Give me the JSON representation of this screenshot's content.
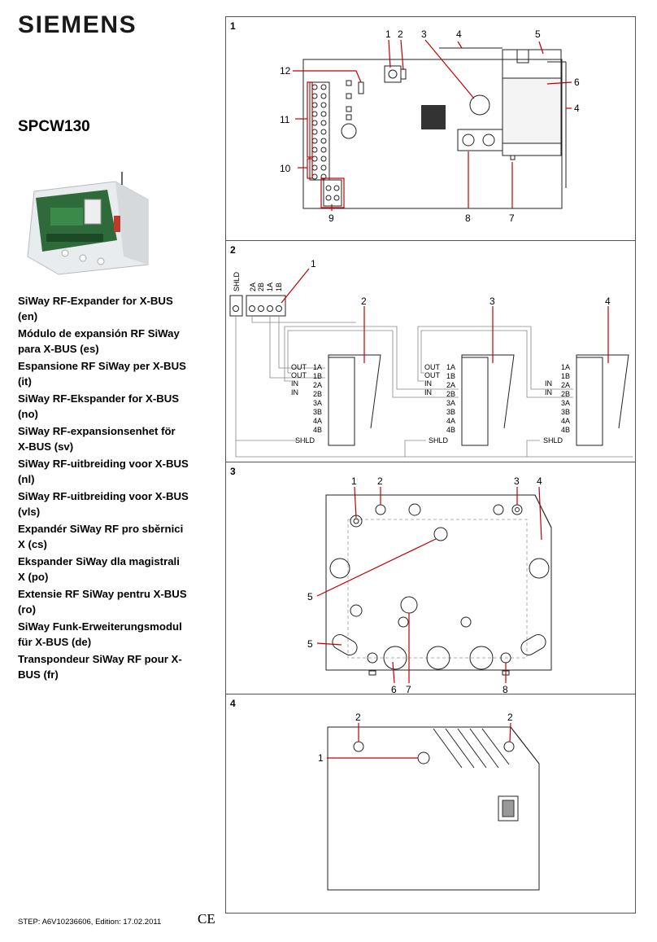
{
  "brand": "SIEMENS",
  "model": "SPCW130",
  "titles": [
    "SiWay RF-Expander for X-BUS (en)",
    "Módulo de expansión RF SiWay para X-BUS (es)",
    "Espansione RF SiWay per X-BUS (it)",
    "SiWay RF-Ekspander for X-BUS (no)",
    "SiWay RF-expansionsenhet för X-BUS (sv)",
    "SiWay RF-uitbreiding voor X-BUS (nl)",
    "SiWay RF-uitbreiding voor X-BUS (vls)",
    "Expandér SiWay RF pro sběrnici X (cs)",
    "Ekspander SiWay dla magistrali X (po)",
    "Extensie RF SiWay pentru X-BUS (ro)",
    "SiWay Funk-Erweiterungsmodul für X-BUS (de)",
    "Transpondeur SiWay RF pour X-BUS (fr)"
  ],
  "footer": "STEP: A6V10236606, Edition: 17.02.2011",
  "ce_mark": "CE",
  "panels": [
    {
      "number": "1",
      "callouts": [
        "1",
        "2",
        "3",
        "4",
        "5",
        "6",
        "4",
        "7",
        "8",
        "9",
        "10",
        "11",
        "12"
      ]
    },
    {
      "number": "2",
      "callouts": [
        "1",
        "2",
        "3",
        "4"
      ],
      "terminal_header": [
        "SHLD",
        "2A",
        "2B",
        "1A",
        "1B"
      ],
      "terminal_rows": [
        "1A",
        "1B",
        "2A",
        "2B",
        "3A",
        "3B",
        "4A",
        "4B",
        "SHLD"
      ],
      "signals": [
        "OUT",
        "OUT",
        "IN",
        "IN"
      ]
    },
    {
      "number": "3",
      "callouts": [
        "1",
        "2",
        "3",
        "4",
        "5",
        "5",
        "6",
        "7",
        "8"
      ]
    },
    {
      "number": "4",
      "callouts": [
        "2",
        "2",
        "1"
      ]
    }
  ]
}
